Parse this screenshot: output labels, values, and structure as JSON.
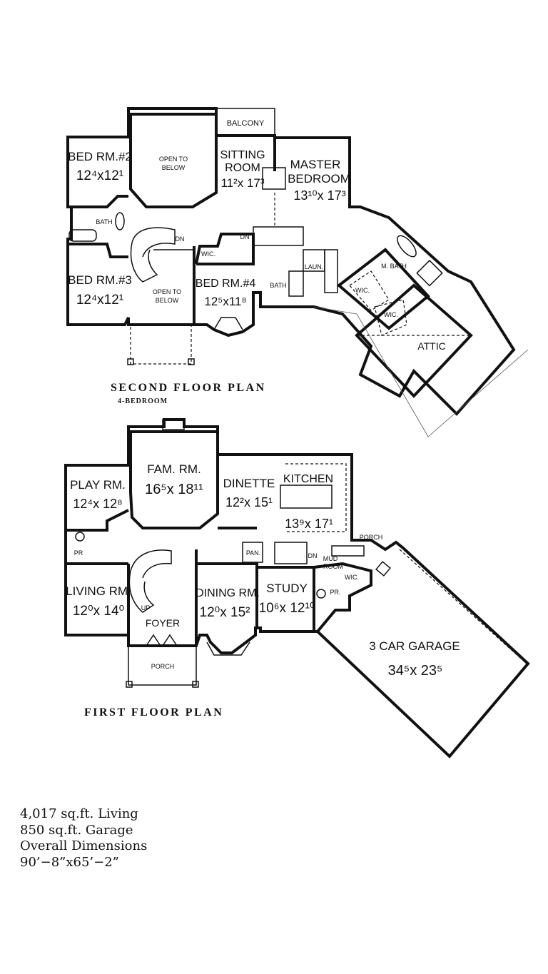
{
  "second_floor": {
    "title": "SECOND FLOOR PLAN",
    "subtitle": "4-BEDROOM",
    "rooms": {
      "balcony": "BALCONY",
      "bed2_name": "BED RM.#2",
      "bed2_size": "12⁴x12¹",
      "open_below_1": [
        "OPEN TO",
        "BELOW"
      ],
      "sitting_name": [
        "SITTING",
        "ROOM"
      ],
      "sitting_size": "11²x 17³",
      "master_name": [
        "MASTER",
        "BEDROOM"
      ],
      "master_size": "13¹⁰x 17³",
      "bath": "BATH",
      "bed3_name": "BED RM.#3",
      "bed3_size": "12⁴x12¹",
      "open_below_2": [
        "OPEN TO",
        "BELOW"
      ],
      "wic": "WIC.",
      "bed4_name": "BED RM.#4",
      "bed4_size": "12⁵x11⁸",
      "bath2": "BATH",
      "laun": "LAUN.",
      "wic2": "WIC.",
      "mbath": "M. BATH",
      "wic3": "WIC.",
      "attic": "ATTIC",
      "dn1": "DN",
      "dn2": "DN"
    }
  },
  "first_floor": {
    "title": "FIRST FLOOR PLAN",
    "rooms": {
      "fam_name": "FAM. RM.",
      "fam_size": "16⁵x 18¹¹",
      "play_name": "PLAY RM.",
      "play_size": "12⁴x 12⁸",
      "dinette_name": "DINETTE",
      "dinette_size": "12²x 15¹",
      "kitchen_name": "KITCHEN",
      "kitchen_size": "13⁹x 17¹",
      "pr": "PR",
      "pan": "PAN.",
      "porch_side": "PORCH",
      "mud": [
        "MUD",
        "ROOM"
      ],
      "wic": "WIC.",
      "pr2": "PR.",
      "living_name": "LIVING RM.",
      "living_size": "12⁰x 14⁰",
      "foyer": "FOYER",
      "dining_name": "DINING RM.",
      "dining_size": "12⁰x 15²",
      "study_name": "STUDY",
      "study_size": "10⁶x 12¹⁰",
      "garage_name": "3 CAR GARAGE",
      "garage_size": "34⁵x 23⁵",
      "porch_front": "PORCH",
      "dn": "DN",
      "up": "UP"
    }
  },
  "stats": [
    "4,017  sq.ft.  Living",
    "850  sq.ft.  Garage",
    "Overall  Dimensions",
    "90’−8”x65’−2”"
  ]
}
